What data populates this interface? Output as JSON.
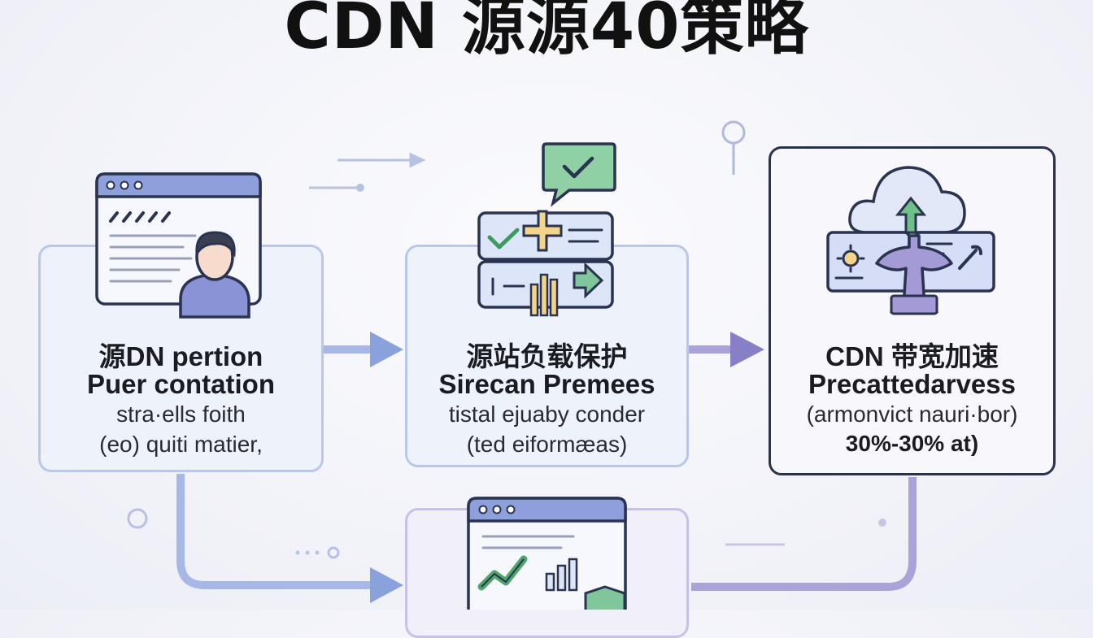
{
  "title": "CDN 源源40策略",
  "cards": [
    {
      "line1": "源DN pertion",
      "line2": "Puer contation",
      "line3": "stra·ells foith",
      "line4": "(eo) quiti matier,"
    },
    {
      "line1": "源站负载保护",
      "line2": "Sirecan Premees",
      "line3": "tistal ejuaby conder",
      "line4": "(ted eiformæas)"
    },
    {
      "line1": "CDN 带宽加速",
      "line2": "Precattedarvess",
      "line3": "(armonvict nauri·bor)",
      "line4": "30%-30% at)"
    }
  ],
  "colors": {
    "blue_arrow": "#8aa2db",
    "purple_arrow": "#8680c6",
    "card_border": "#b9c8ea",
    "dark_border": "#27334f",
    "icon_blue": "#7d90d0",
    "icon_green": "#5aa874"
  },
  "icons": [
    "browser-window-icon",
    "user-avatar-icon",
    "check-chat-bubble-icon",
    "dashboard-panel-icon",
    "cloud-upload-icon",
    "server-tree-icon",
    "chart-shield-icon"
  ]
}
